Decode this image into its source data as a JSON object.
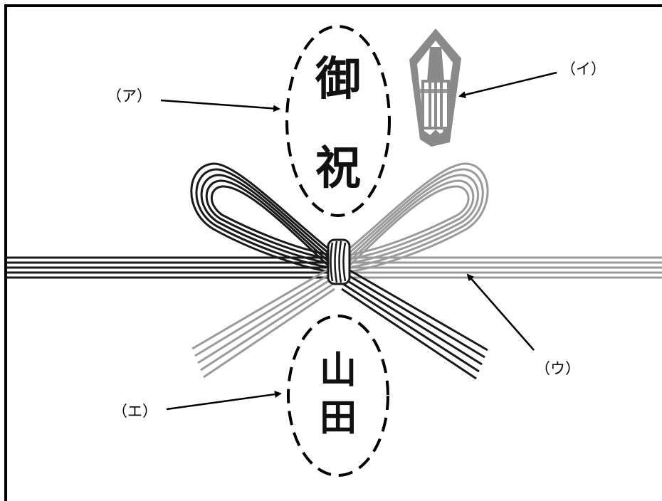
{
  "inscription": {
    "top_chars": [
      "御",
      "祝"
    ],
    "bottom_chars": [
      "山",
      "田"
    ]
  },
  "labels": {
    "a": "（ア）",
    "i": "（イ）",
    "u": "（ウ）",
    "e": "（エ）"
  },
  "colors": {
    "black_cord": "#1a1a1a",
    "silver_cord": "#999999",
    "noshi_ornament": "#8a8a8a",
    "border": "#000000"
  }
}
